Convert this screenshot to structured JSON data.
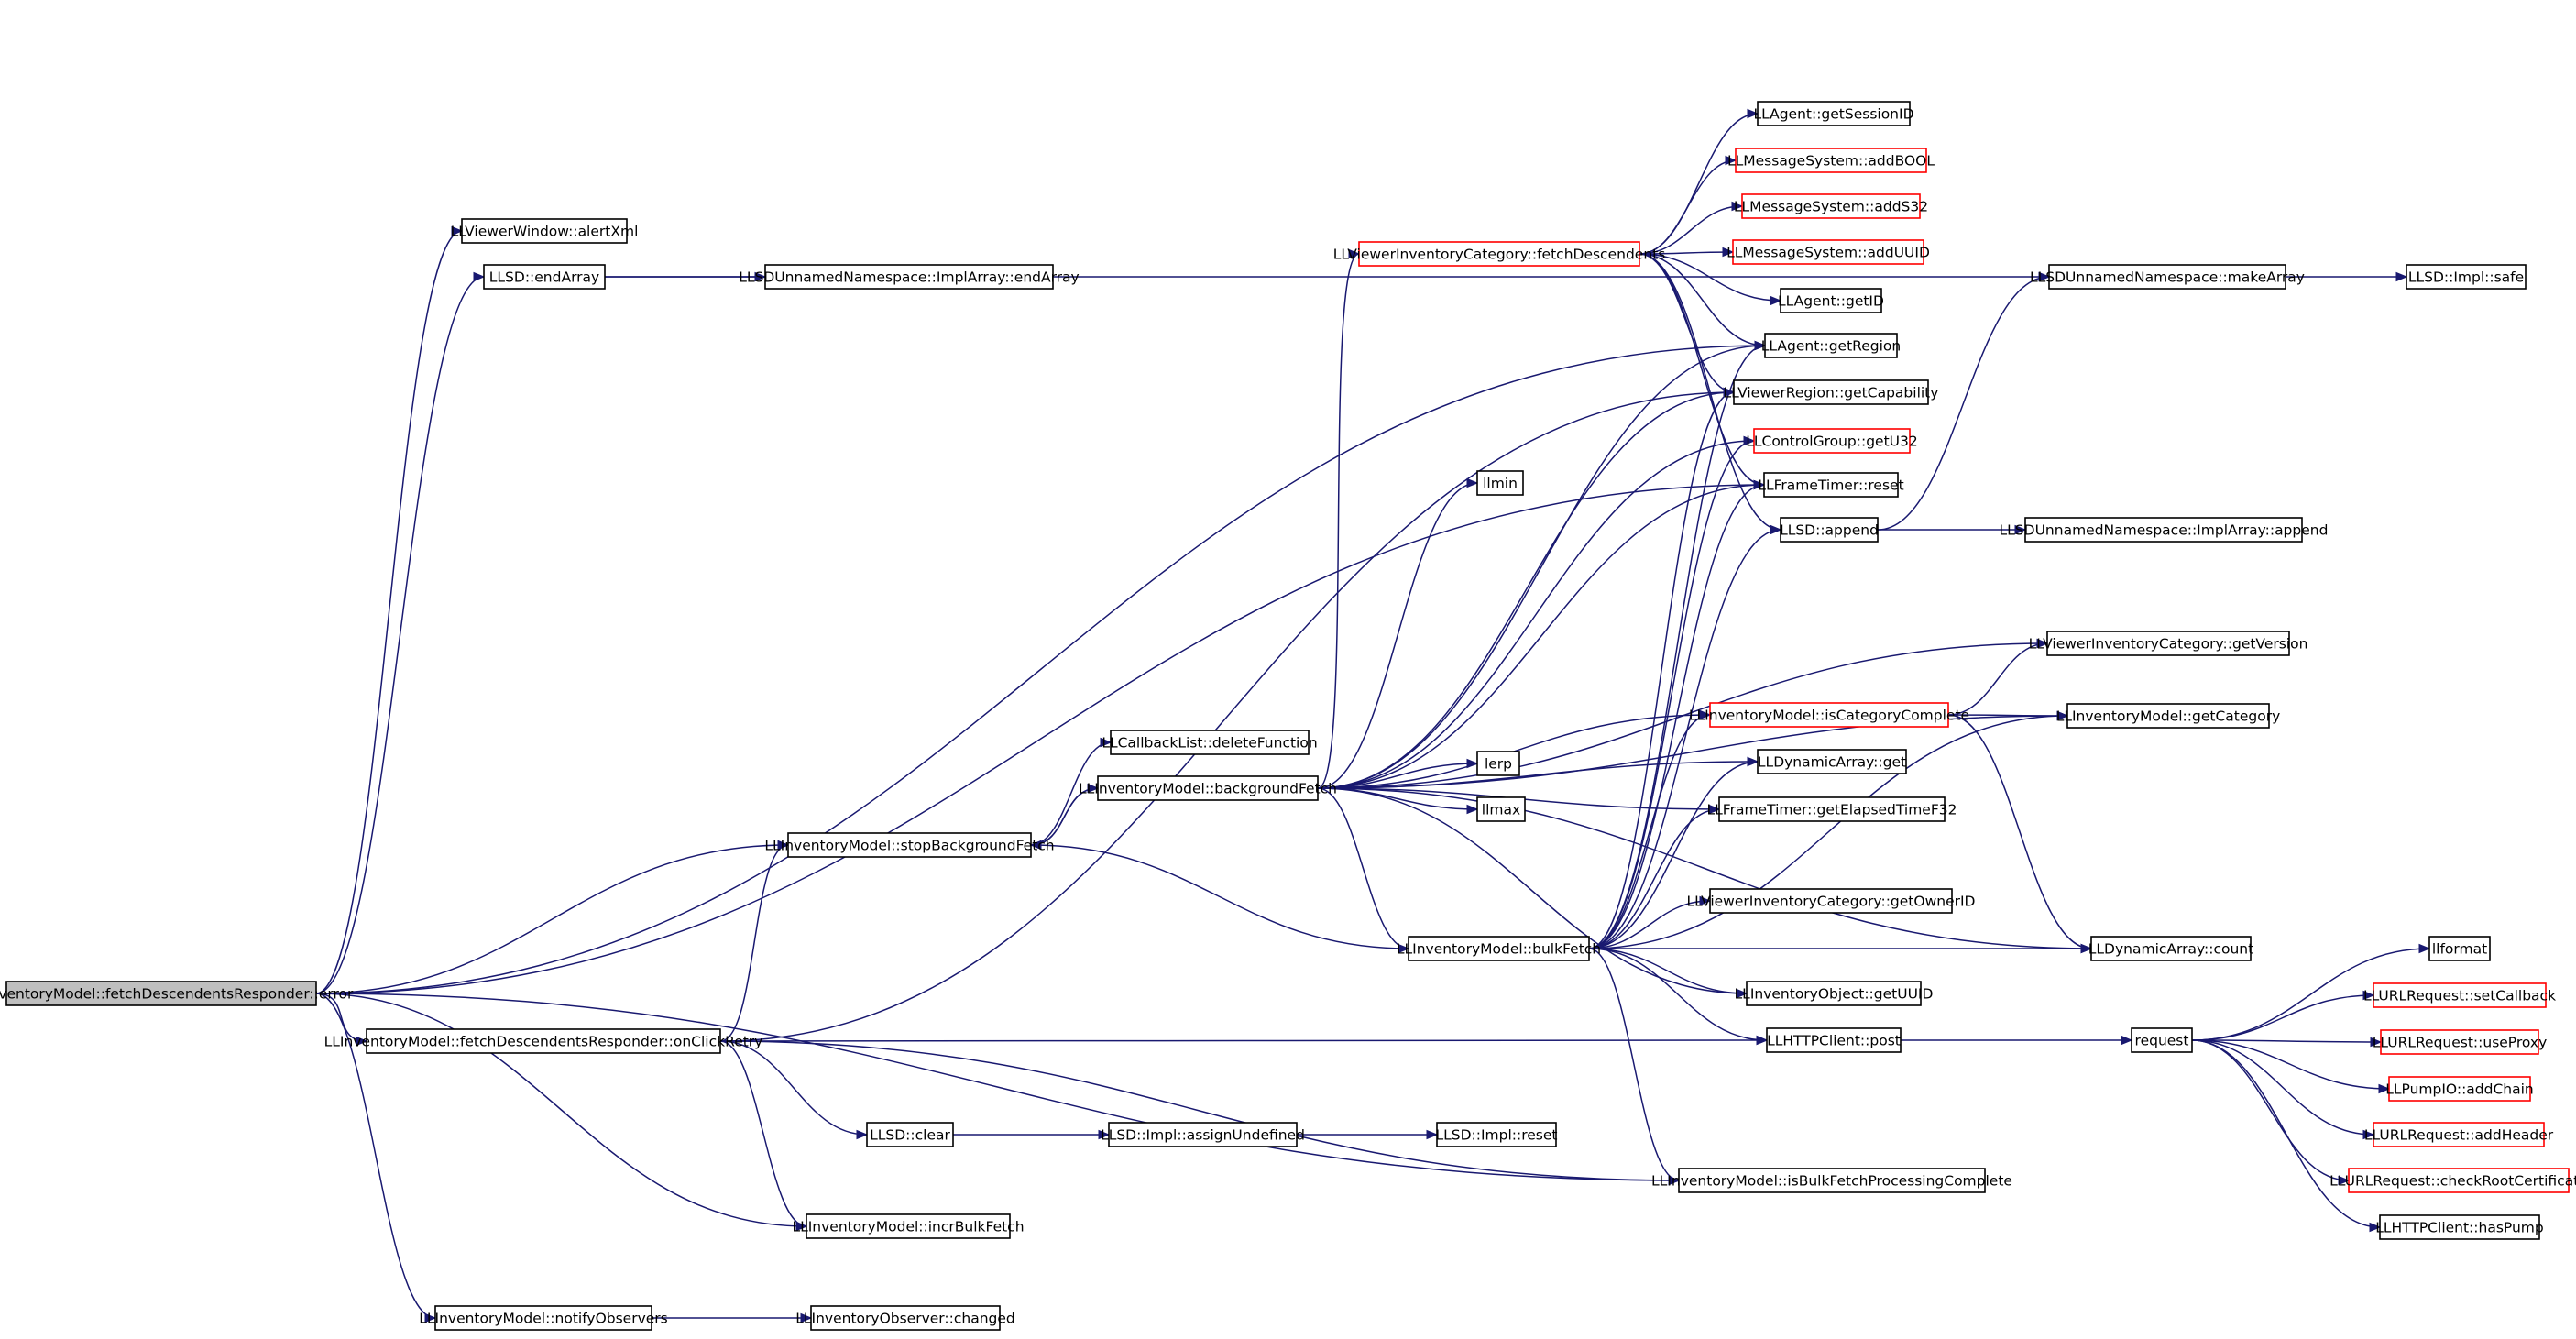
{
  "graph": {
    "colors": {
      "edge": "#191970",
      "node_border": "#000000",
      "incomplete_border": "#ff0000",
      "root_fill": "#bfbfbf"
    },
    "nodes": [
      {
        "id": "root",
        "label": "LLInventoryModel::fetchDescendentsResponder::error",
        "style": "root"
      },
      {
        "id": "alertXml",
        "label": "LLViewerWindow::alertXml",
        "style": "normal"
      },
      {
        "id": "endArray",
        "label": "LLSD::endArray",
        "style": "normal"
      },
      {
        "id": "implEndArray",
        "label": "LLSDUnnamedNamespace::ImplArray::endArray",
        "style": "normal"
      },
      {
        "id": "deleteFunction",
        "label": "LLCallbackList::deleteFunction",
        "style": "normal"
      },
      {
        "id": "backgroundFetch",
        "label": "LLInventoryModel::backgroundFetch",
        "style": "normal"
      },
      {
        "id": "stopBackgroundFetch",
        "label": "LLInventoryModel::stopBackgroundFetch",
        "style": "normal"
      },
      {
        "id": "onClickRetry",
        "label": "LLInventoryModel::fetchDescendentsResponder::onClickRetry",
        "style": "normal"
      },
      {
        "id": "llsdClear",
        "label": "LLSD::clear",
        "style": "normal"
      },
      {
        "id": "assignUndefined",
        "label": "LLSD::Impl::assignUndefined",
        "style": "normal"
      },
      {
        "id": "implReset",
        "label": "LLSD::Impl::reset",
        "style": "normal"
      },
      {
        "id": "incrBulkFetch",
        "label": "LLInventoryModel::incrBulkFetch",
        "style": "normal"
      },
      {
        "id": "notifyObservers",
        "label": "LLInventoryModel::notifyObservers",
        "style": "normal"
      },
      {
        "id": "changed",
        "label": "LLInventoryObserver::changed",
        "style": "normal"
      },
      {
        "id": "fetchDescendents",
        "label": "LLViewerInventoryCategory::fetchDescendents",
        "style": "incomplete"
      },
      {
        "id": "llmin",
        "label": "llmin",
        "style": "normal"
      },
      {
        "id": "lerp",
        "label": "lerp",
        "style": "normal"
      },
      {
        "id": "llmax",
        "label": "llmax",
        "style": "normal"
      },
      {
        "id": "bulkFetch",
        "label": "LLInventoryModel::bulkFetch",
        "style": "normal"
      },
      {
        "id": "getSessionID",
        "label": "LLAgent::getSessionID",
        "style": "normal"
      },
      {
        "id": "addBOOL",
        "label": "LLMessageSystem::addBOOL",
        "style": "incomplete"
      },
      {
        "id": "addS32",
        "label": "LLMessageSystem::addS32",
        "style": "incomplete"
      },
      {
        "id": "addUUID",
        "label": "LLMessageSystem::addUUID",
        "style": "incomplete"
      },
      {
        "id": "getID",
        "label": "LLAgent::getID",
        "style": "normal"
      },
      {
        "id": "getRegion",
        "label": "LLAgent::getRegion",
        "style": "normal"
      },
      {
        "id": "getCapability",
        "label": "LLViewerRegion::getCapability",
        "style": "normal"
      },
      {
        "id": "getU32",
        "label": "LLControlGroup::getU32",
        "style": "incomplete"
      },
      {
        "id": "frameReset",
        "label": "LLFrameTimer::reset",
        "style": "normal"
      },
      {
        "id": "llsdAppend",
        "label": "LLSD::append",
        "style": "normal"
      },
      {
        "id": "implAppend",
        "label": "LLSDUnnamedNamespace::ImplArray::append",
        "style": "normal"
      },
      {
        "id": "getVersion",
        "label": "LLViewerInventoryCategory::getVersion",
        "style": "normal"
      },
      {
        "id": "isCategoryComplete",
        "label": "LLInventoryModel::isCategoryComplete",
        "style": "incomplete"
      },
      {
        "id": "getCategory",
        "label": "LLInventoryModel::getCategory",
        "style": "normal"
      },
      {
        "id": "dynGet",
        "label": "LLDynamicArray::get",
        "style": "normal"
      },
      {
        "id": "getElapsed",
        "label": "LLFrameTimer::getElapsedTimeF32",
        "style": "normal"
      },
      {
        "id": "getOwnerID",
        "label": "LLViewerInventoryCategory::getOwnerID",
        "style": "normal"
      },
      {
        "id": "dynCount",
        "label": "LLDynamicArray::count",
        "style": "normal"
      },
      {
        "id": "getUUID",
        "label": "LLInventoryObject::getUUID",
        "style": "normal"
      },
      {
        "id": "httpPost",
        "label": "LLHTTPClient::post",
        "style": "normal"
      },
      {
        "id": "isBulkComplete",
        "label": "LLInventoryModel::isBulkFetchProcessingComplete",
        "style": "normal"
      },
      {
        "id": "makeArray",
        "label": "LLSDUnnamedNamespace::makeArray",
        "style": "normal"
      },
      {
        "id": "implSafe",
        "label": "LLSD::Impl::safe",
        "style": "normal"
      },
      {
        "id": "request",
        "label": "request",
        "style": "normal"
      },
      {
        "id": "llformat",
        "label": "llformat",
        "style": "normal"
      },
      {
        "id": "setCallback",
        "label": "LLURLRequest::setCallback",
        "style": "incomplete"
      },
      {
        "id": "useProxy",
        "label": "LLURLRequest::useProxy",
        "style": "incomplete"
      },
      {
        "id": "addChain",
        "label": "LLPumpIO::addChain",
        "style": "incomplete"
      },
      {
        "id": "addHeader",
        "label": "LLURLRequest::addHeader",
        "style": "incomplete"
      },
      {
        "id": "checkRootCert",
        "label": "LLURLRequest::checkRootCertificate",
        "style": "incomplete"
      },
      {
        "id": "hasPump",
        "label": "LLHTTPClient::hasPump",
        "style": "normal"
      }
    ],
    "edges": [
      [
        "root",
        "alertXml"
      ],
      [
        "root",
        "endArray"
      ],
      [
        "root",
        "getRegion"
      ],
      [
        "root",
        "frameReset"
      ],
      [
        "root",
        "stopBackgroundFetch"
      ],
      [
        "root",
        "onClickRetry"
      ],
      [
        "root",
        "incrBulkFetch"
      ],
      [
        "root",
        "isBulkComplete"
      ],
      [
        "root",
        "notifyObservers"
      ],
      [
        "endArray",
        "implEndArray"
      ],
      [
        "endArray",
        "makeArray"
      ],
      [
        "stopBackgroundFetch",
        "backgroundFetch"
      ],
      [
        "stopBackgroundFetch",
        "deleteFunction"
      ],
      [
        "onClickRetry",
        "stopBackgroundFetch"
      ],
      [
        "onClickRetry",
        "getCapability"
      ],
      [
        "onClickRetry",
        "httpPost"
      ],
      [
        "onClickRetry",
        "llsdClear"
      ],
      [
        "onClickRetry",
        "incrBulkFetch"
      ],
      [
        "onClickRetry",
        "isBulkComplete"
      ],
      [
        "llsdClear",
        "assignUndefined"
      ],
      [
        "assignUndefined",
        "implReset"
      ],
      [
        "notifyObservers",
        "changed"
      ],
      [
        "backgroundFetch",
        "stopBackgroundFetch"
      ],
      [
        "backgroundFetch",
        "fetchDescendents"
      ],
      [
        "backgroundFetch",
        "getRegion"
      ],
      [
        "backgroundFetch",
        "getCapability"
      ],
      [
        "backgroundFetch",
        "getU32"
      ],
      [
        "backgroundFetch",
        "frameReset"
      ],
      [
        "backgroundFetch",
        "llmin"
      ],
      [
        "backgroundFetch",
        "lerp"
      ],
      [
        "backgroundFetch",
        "llmax"
      ],
      [
        "backgroundFetch",
        "getVersion"
      ],
      [
        "backgroundFetch",
        "getCategory"
      ],
      [
        "backgroundFetch",
        "isCategoryComplete"
      ],
      [
        "backgroundFetch",
        "dynGet"
      ],
      [
        "backgroundFetch",
        "getElapsed"
      ],
      [
        "backgroundFetch",
        "bulkFetch"
      ],
      [
        "backgroundFetch",
        "dynCount"
      ],
      [
        "backgroundFetch",
        "getUUID"
      ],
      [
        "fetchDescendents",
        "getSessionID"
      ],
      [
        "fetchDescendents",
        "addBOOL"
      ],
      [
        "fetchDescendents",
        "addS32"
      ],
      [
        "fetchDescendents",
        "addUUID"
      ],
      [
        "fetchDescendents",
        "getID"
      ],
      [
        "fetchDescendents",
        "getRegion"
      ],
      [
        "fetchDescendents",
        "getCapability"
      ],
      [
        "fetchDescendents",
        "frameReset"
      ],
      [
        "fetchDescendents",
        "llsdAppend"
      ],
      [
        "bulkFetch",
        "stopBackgroundFetch"
      ],
      [
        "bulkFetch",
        "getRegion"
      ],
      [
        "bulkFetch",
        "getCapability"
      ],
      [
        "bulkFetch",
        "getU32"
      ],
      [
        "bulkFetch",
        "frameReset"
      ],
      [
        "bulkFetch",
        "llsdAppend"
      ],
      [
        "bulkFetch",
        "isCategoryComplete"
      ],
      [
        "bulkFetch",
        "dynGet"
      ],
      [
        "bulkFetch",
        "getElapsed"
      ],
      [
        "bulkFetch",
        "getOwnerID"
      ],
      [
        "bulkFetch",
        "dynCount"
      ],
      [
        "bulkFetch",
        "getUUID"
      ],
      [
        "bulkFetch",
        "httpPost"
      ],
      [
        "bulkFetch",
        "isBulkComplete"
      ],
      [
        "bulkFetch",
        "getCategory"
      ],
      [
        "llsdAppend",
        "implAppend"
      ],
      [
        "llsdAppend",
        "makeArray"
      ],
      [
        "isCategoryComplete",
        "getCategory"
      ],
      [
        "isCategoryComplete",
        "getVersion"
      ],
      [
        "isCategoryComplete",
        "dynCount"
      ],
      [
        "makeArray",
        "implSafe"
      ],
      [
        "httpPost",
        "request"
      ],
      [
        "request",
        "llformat"
      ],
      [
        "request",
        "setCallback"
      ],
      [
        "request",
        "useProxy"
      ],
      [
        "request",
        "addChain"
      ],
      [
        "request",
        "addHeader"
      ],
      [
        "request",
        "checkRootCert"
      ],
      [
        "request",
        "hasPump"
      ]
    ]
  }
}
